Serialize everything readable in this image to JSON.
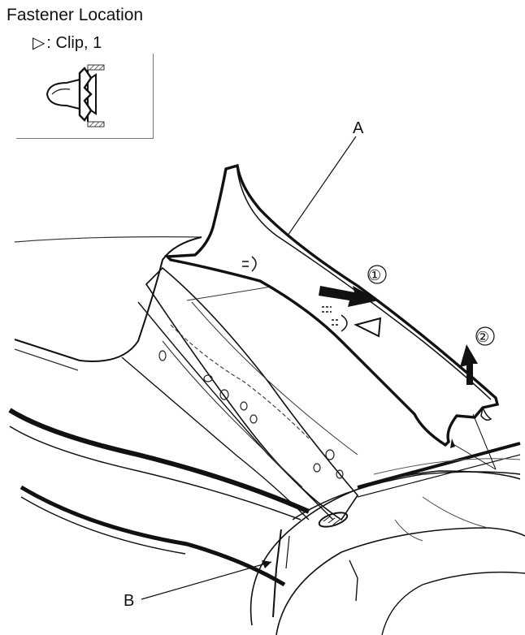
{
  "header": {
    "title": "Fastener Location",
    "legend_symbol": "▷",
    "legend_text": ": Clip, 1"
  },
  "callouts": {
    "a": "A",
    "b": "B",
    "step1": "①",
    "step2": "②"
  }
}
